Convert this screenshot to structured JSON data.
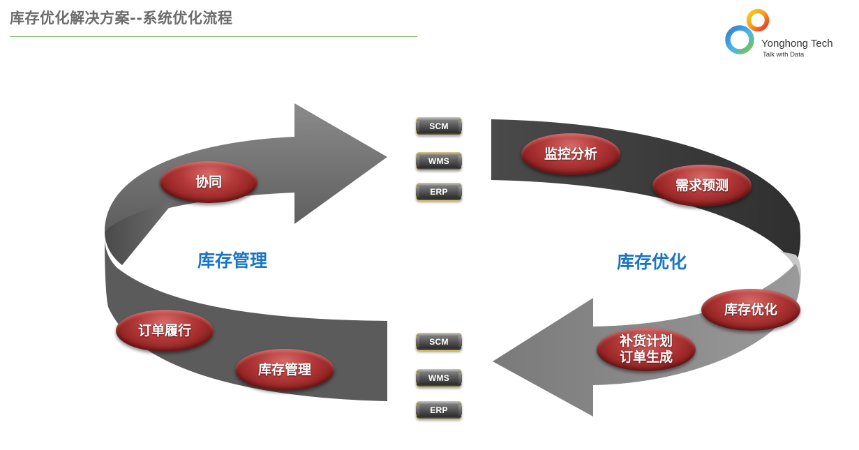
{
  "header": {
    "title": "库存优化解决方案--系统优化流程",
    "rule_color": "#79b65e"
  },
  "logo": {
    "name": "Yonghong Tech",
    "tagline": "Talk with Data",
    "icon": "yonghong-rings-logo"
  },
  "diagram": {
    "arrow_color_dark": "#3f3f3f",
    "arrow_color_light": "#8e8e8e",
    "oval_color": "#b53a3a",
    "label_color": "#1a75c4",
    "sections": {
      "left": "库存管理",
      "right": "库存优化"
    },
    "steps": {
      "cooperation": "协同",
      "monitor_analysis": "监控分析",
      "demand_forecast": "需求预测",
      "inventory_optimization": "库存优化",
      "replenishment_line1": "补货计划",
      "replenishment_line2": "订单生成",
      "order_fulfillment": "订单履行",
      "inventory_management": "库存管理"
    },
    "systems_top": [
      "SCM",
      "WMS",
      "ERP"
    ],
    "systems_bottom": [
      "SCM",
      "WMS",
      "ERP"
    ]
  }
}
